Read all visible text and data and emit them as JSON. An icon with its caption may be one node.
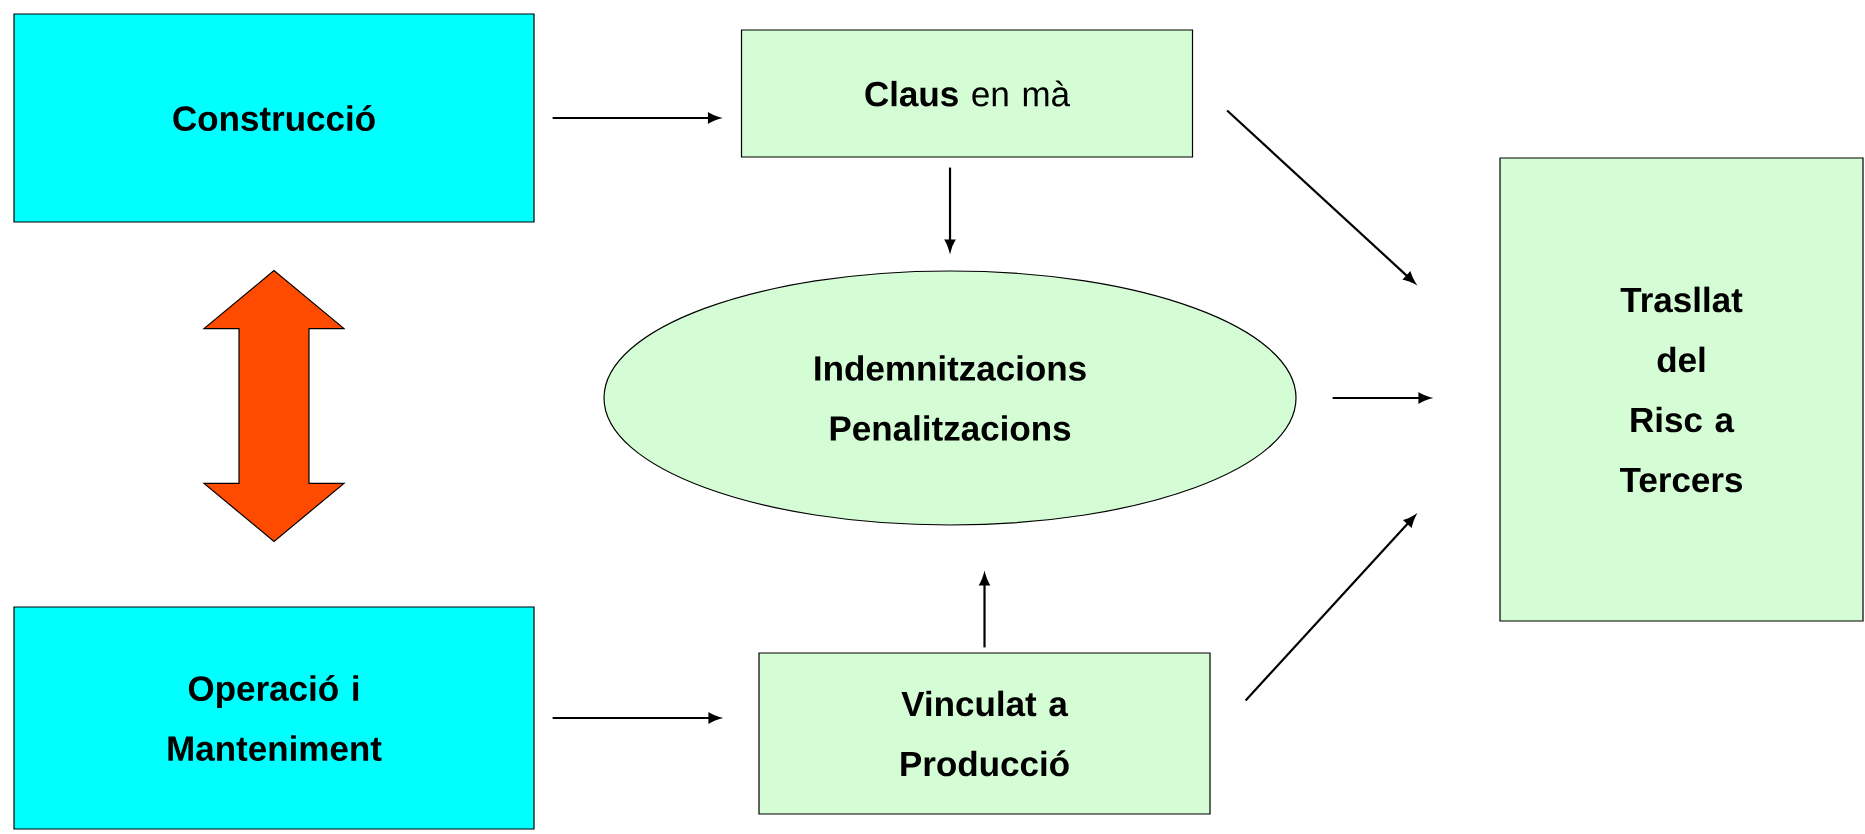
{
  "diagram": {
    "nodes": [
      {
        "text": [
          "Construcció"
        ]
      },
      {
        "text": [
          "**Claus** en mà"
        ]
      },
      {
        "text": [
          "Indemnitzacions Penalitzacions"
        ]
      },
      {
        "text": [
          "Trasllat del Risc a Tercers"
        ]
      },
      {
        "text": [
          "Operació i Manteniment"
        ]
      },
      {
        "text": [
          "Vinculat a Producció"
        ]
      }
    ],
    "edges": [
      {
        "from": 0,
        "to": 1,
        "arrow": "to"
      },
      {
        "from": 1,
        "to": 2,
        "arrow": "to"
      },
      {
        "from": 1,
        "to": 3,
        "arrow": "to"
      },
      {
        "from": 2,
        "to": 3,
        "arrow": "to"
      },
      {
        "from": 4,
        "to": 5,
        "arrow": "to"
      },
      {
        "from": 5,
        "to": 2,
        "arrow": "to"
      },
      {
        "from": 5,
        "to": 3,
        "arrow": "to"
      },
      {
        "from": 0,
        "to": 4,
        "arrow": "both",
        "style": "thick",
        "color": "#ff4b00"
      }
    ]
  }
}
